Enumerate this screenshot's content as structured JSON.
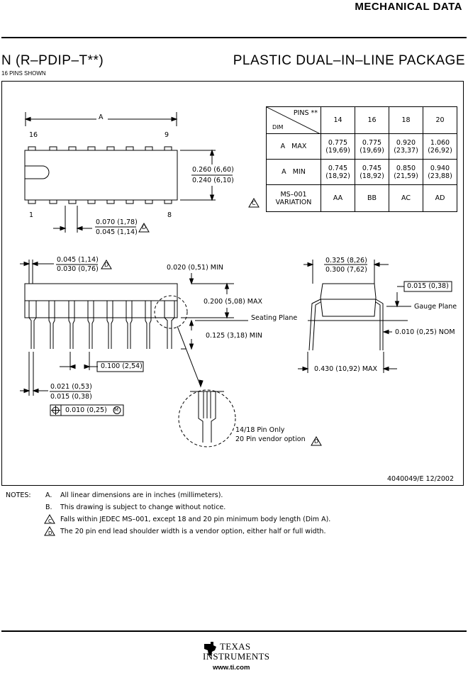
{
  "header": {
    "section": "MECHANICAL DATA"
  },
  "package": {
    "designator": "N (R–PDIP–T**)",
    "name": "PLASTIC DUAL–IN–LINE PACKAGE",
    "pins_shown": "16 PINS SHOWN"
  },
  "top_view": {
    "dim_a": "A",
    "pin_16": "16",
    "pin_9": "9",
    "pin_1": "1",
    "pin_8": "8",
    "width_max": "0.260 (6,60)",
    "width_min": "0.240 (6,10)",
    "lead_w_max": "0.070 (1,78)",
    "lead_w_min": "0.045 (1,14)",
    "lead_w_note": "D"
  },
  "dim_table": {
    "header_pins": "PINS **",
    "header_dim": "DIM",
    "pin_counts": [
      "14",
      "16",
      "18",
      "20"
    ],
    "rows": [
      {
        "label": "A   MAX",
        "values": [
          [
            "0.775",
            "(19,69)"
          ],
          [
            "0.775",
            "(19,69)"
          ],
          [
            "0.920",
            "(23,37)"
          ],
          [
            "1.060",
            "(26,92)"
          ]
        ]
      },
      {
        "label": "A   MIN",
        "values": [
          [
            "0.745",
            "(18,92)"
          ],
          [
            "0.745",
            "(18,92)"
          ],
          [
            "0.850",
            "(21,59)"
          ],
          [
            "0.940",
            "(23,88)"
          ]
        ]
      },
      {
        "label_1": "MS–001",
        "label_2": "VARIATION",
        "values": [
          "AA",
          "BB",
          "AC",
          "AD"
        ]
      }
    ],
    "note_marker": "C"
  },
  "side_view": {
    "shoulder_max": "0.045 (1,14)",
    "shoulder_min": "0.030 (0,76)",
    "shoulder_note": "D",
    "standoff": "0.020 (0,51) MIN",
    "height": "0.200 (5,08) MAX",
    "seating_plane": "Seating Plane",
    "lead_len": "0.125 (3,18) MIN",
    "pitch": "0.100 (2,54)",
    "lead_dia_max": "0.021 (0,53)",
    "lead_dia_min": "0.015 (0,38)",
    "tolerance": "0.010 (0,25)",
    "tolerance_symbol": "M",
    "detail_1": "14/18 Pin Only",
    "detail_2": "20 Pin vendor option",
    "detail_note": "D"
  },
  "end_view": {
    "row_max": "0.325 (8,26)",
    "row_min": "0.300 (7,62)",
    "lead_thk": "0.015 (0,38)",
    "gauge_plane": "Gauge Plane",
    "lead_nom": "0.010 (0,25) NOM",
    "span_max": "0.430 (10,92) MAX"
  },
  "drawing_id": "4040049/E  12/2002",
  "notes": {
    "title": "NOTES:",
    "items": [
      {
        "key": "A.",
        "text": "All linear dimensions are in inches (millimeters)."
      },
      {
        "key": "B.",
        "text": "This drawing is subject to change without notice."
      },
      {
        "key": "C",
        "text": "Falls within JEDEC MS–001, except 18 and 20 pin minimum body length (Dim A)."
      },
      {
        "key": "D",
        "text": "The 20 pin end lead shoulder width is a vendor option, either half or full width."
      }
    ]
  },
  "footer": {
    "logo_1": "TEXAS",
    "logo_2": "INSTRUMENTS",
    "url": "www.ti.com"
  }
}
